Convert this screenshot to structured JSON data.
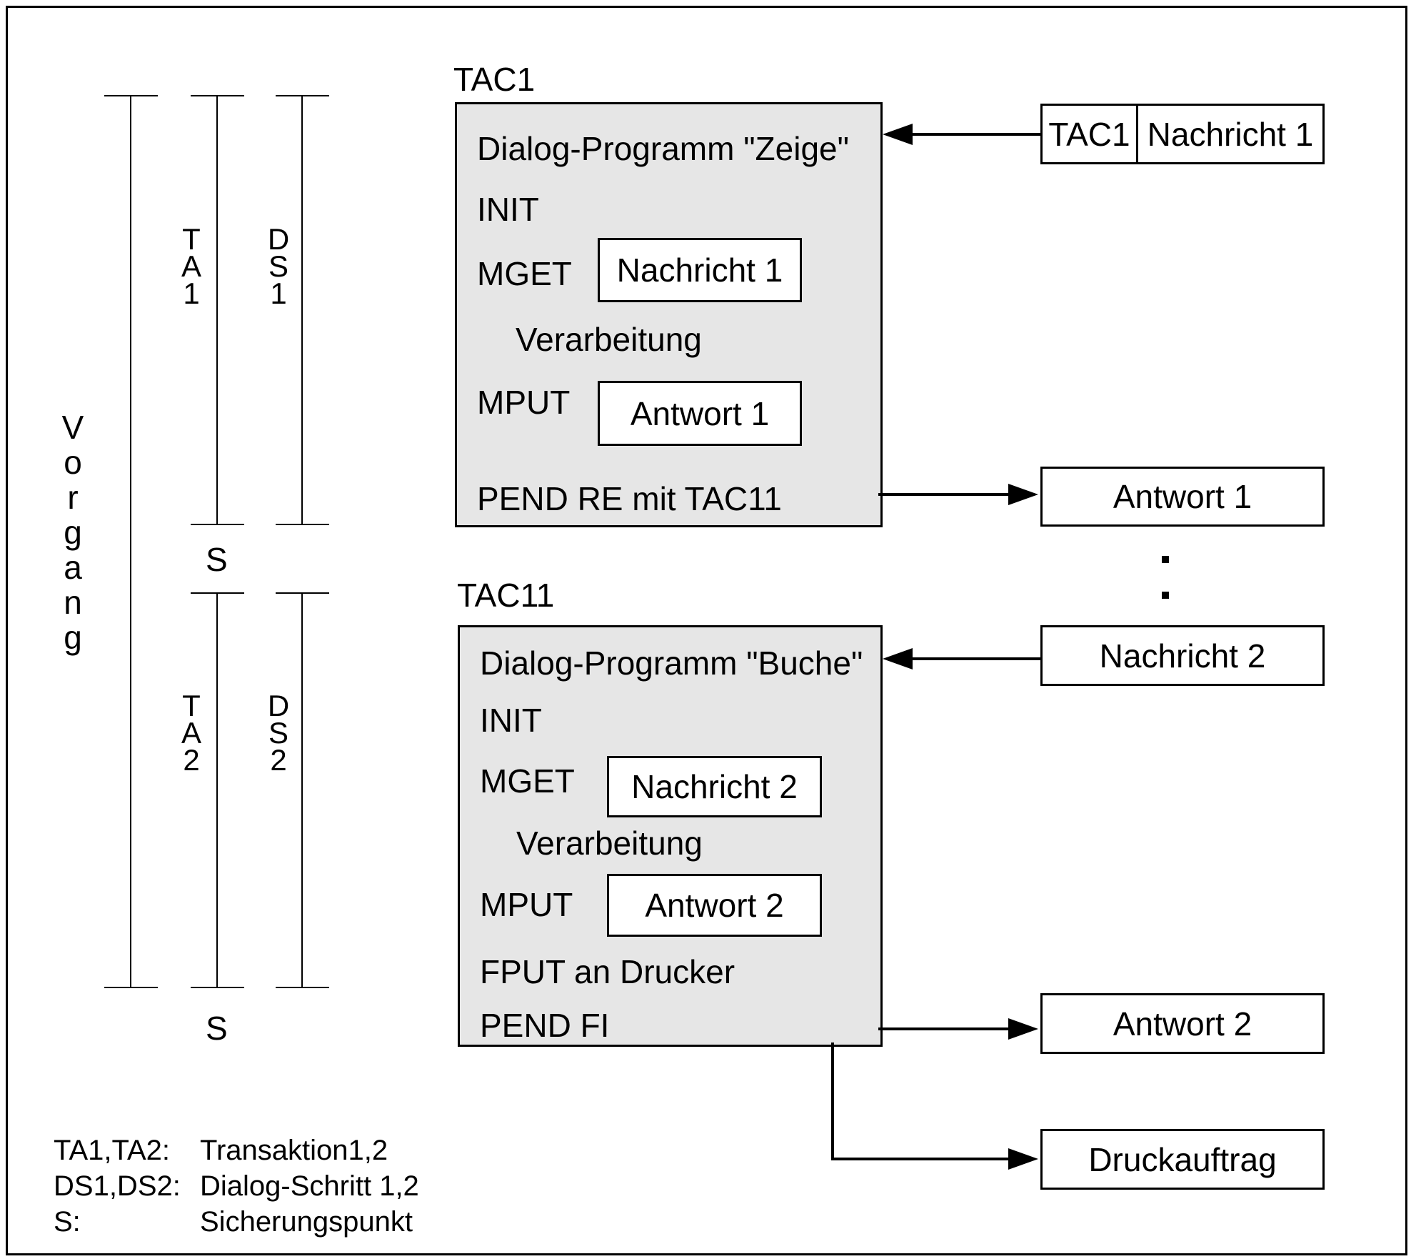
{
  "colors": {
    "background": "#ffffff",
    "program_box_fill": "#e6e6e6",
    "line": "#000000",
    "text": "#000000"
  },
  "timeline": {
    "vorgang": "Vorgang",
    "ta1": "TA1",
    "ds1": "DS1",
    "ta2": "TA2",
    "ds2": "DS2",
    "s1": "S",
    "s2": "S"
  },
  "tac1": {
    "label": "TAC1",
    "title": "Dialog-Programm \"Zeige\"",
    "init": "INIT",
    "mget": "MGET",
    "mget_msg": "Nachricht 1",
    "processing": "Verarbeitung",
    "mput": "MPUT",
    "mput_msg": "Antwort 1",
    "pend": "PEND RE mit TAC11"
  },
  "tac11": {
    "label": "TAC11",
    "title": "Dialog-Programm \"Buche\"",
    "init": "INIT",
    "mget": "MGET",
    "mget_msg": "Nachricht 2",
    "processing": "Verarbeitung",
    "mput": "MPUT",
    "mput_msg": "Antwort 2",
    "fput": "FPUT an Drucker",
    "pend": "PEND FI"
  },
  "messages": {
    "input1_tac": "TAC1",
    "input1_text": "Nachricht 1",
    "output1": "Antwort 1",
    "input2": "Nachricht 2",
    "output2": "Antwort 2",
    "print_job": "Druckauftrag"
  },
  "legend": {
    "rows": [
      {
        "key": "TA1,TA2:",
        "value": "Transaktion1,2"
      },
      {
        "key": "DS1,DS2:",
        "value": "Dialog-Schritt 1,2"
      },
      {
        "key": "S:",
        "value": "Sicherungspunkt"
      }
    ]
  }
}
